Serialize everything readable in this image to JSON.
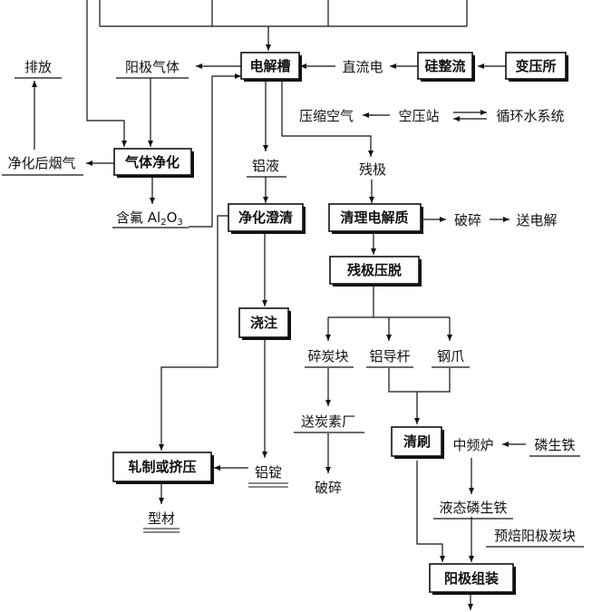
{
  "nodes": {
    "electrolytic_cell": "电解槽",
    "anode_gas": "阳极气体",
    "dc_power": "直流电",
    "silicon_rectifier": "硅整流",
    "substation": "变压所",
    "discharge": "排放",
    "compressed_air": "压缩空气",
    "air_compressor_station": "空压站",
    "circulating_water_system": "循环水系统",
    "gas_purification": "气体净化",
    "purified_flue_gas": "净化后烟气",
    "aluminum_liquid": "铝液",
    "residual_anode": "残极",
    "fluoride_alumina": "含氟 Al",
    "fluoride_alumina_sub1": "2",
    "fluoride_alumina_mid": "O",
    "fluoride_alumina_sub2": "3",
    "purify_clarify": "净化澄清",
    "clean_electrolyte": "清理电解质",
    "crushing_1": "破碎",
    "send_to_electrolysis": "送电解",
    "residual_anode_pressing": "残极压脱",
    "casting": "浇注",
    "crushed_carbon": "碎炭块",
    "aluminum_rod": "铝导杆",
    "steel_claw": "钢爪",
    "send_to_carbon_plant": "送炭素厂",
    "brushing": "清刷",
    "medium_freq_furnace": "中频炉",
    "phosphorus_pig_iron": "磷生铁",
    "rolling_extrusion": "轧制或挤压",
    "aluminum_ingot": "铝锭",
    "crushing_2": "破碎",
    "liquid_phosphorus_iron": "液态磷生铁",
    "profiles": "型材",
    "prebaked_anode": "预焙阳极炭块",
    "anode_assembly": "阳极组装"
  }
}
